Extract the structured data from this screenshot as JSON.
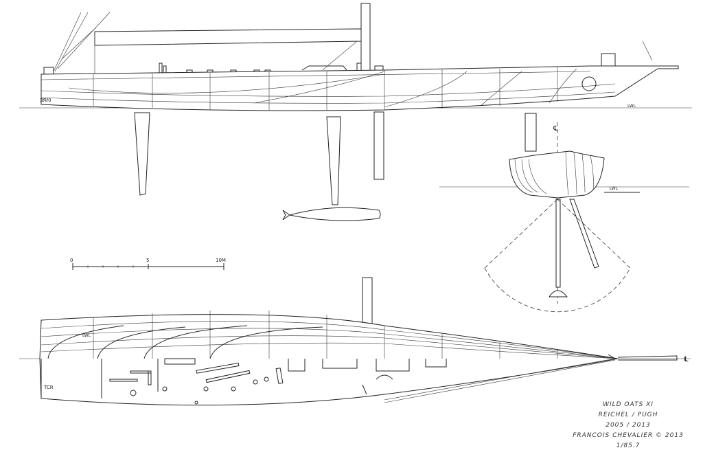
{
  "labels": {
    "lwl_profile": "LWL",
    "lwl_section": "LWL",
    "lwl_plan": "LWL",
    "stern_mark_profile": "ƎЯℓ0",
    "stern_mark_plan": "TCR",
    "centerline_mark": "℄"
  },
  "scale_bar": {
    "ticks": [
      "0",
      "5",
      "10M"
    ]
  },
  "title_block": {
    "name": "WILD OATS XI",
    "designer": "REICHEL / PUGH",
    "years": "2005 / 2013",
    "artist": "FRANCOIS CHEVALIER © 2013",
    "scale": "1/85.7"
  }
}
